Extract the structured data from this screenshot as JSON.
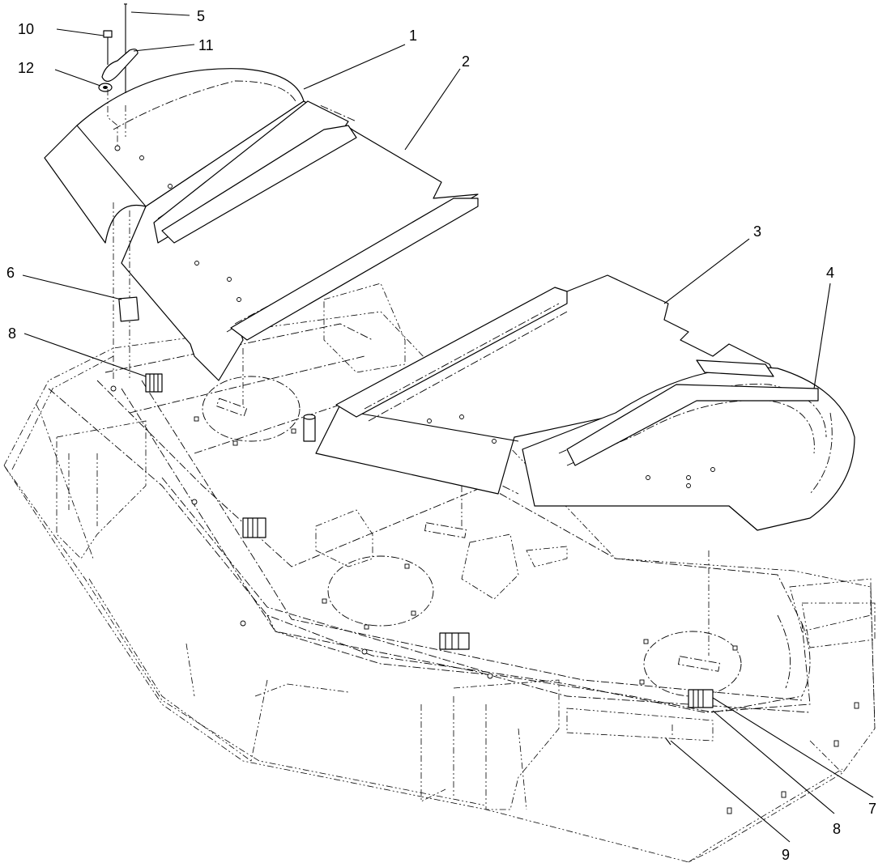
{
  "diagram": {
    "callouts": [
      {
        "id": "c1",
        "label": "1"
      },
      {
        "id": "c2",
        "label": "2"
      },
      {
        "id": "c3",
        "label": "3"
      },
      {
        "id": "c4",
        "label": "4"
      },
      {
        "id": "c5",
        "label": "5"
      },
      {
        "id": "c6",
        "label": "6"
      },
      {
        "id": "c7",
        "label": "7"
      },
      {
        "id": "c8a",
        "label": "8"
      },
      {
        "id": "c8b",
        "label": "8"
      },
      {
        "id": "c9",
        "label": "9"
      },
      {
        "id": "c10",
        "label": "10"
      },
      {
        "id": "c11",
        "label": "11"
      },
      {
        "id": "c12",
        "label": "12"
      }
    ]
  }
}
